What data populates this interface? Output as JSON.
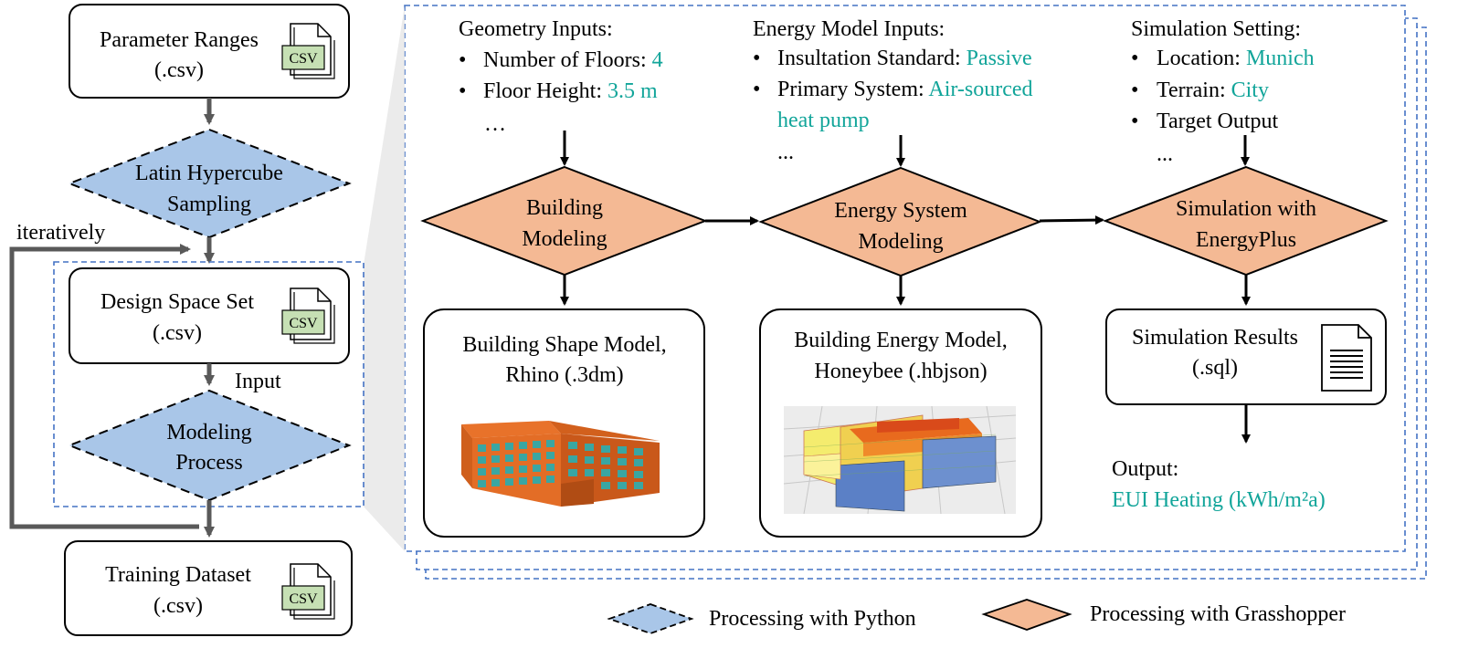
{
  "left_flow": {
    "parameter_ranges": {
      "line1": "Parameter Ranges",
      "line2": "(.csv)"
    },
    "latin_hypercube": {
      "line1": "Latin Hypercube",
      "line2": "Sampling"
    },
    "iteratively_label": "iteratively",
    "design_space_set": {
      "line1": "Design Space Set",
      "line2": "(.csv)"
    },
    "input_label": "Input",
    "modeling_process": {
      "line1": "Modeling",
      "line2": "Process"
    },
    "training_dataset": {
      "line1": "Training Dataset",
      "line2": "(.csv)"
    },
    "csv_icon_label": "CSV"
  },
  "geometry_inputs": {
    "title": "Geometry Inputs:",
    "items": [
      {
        "key": "Number of Floors:",
        "value": "4"
      },
      {
        "key": "Floor Height:",
        "value": "3.5 m"
      }
    ],
    "more": "…"
  },
  "energy_inputs": {
    "title": "Energy Model Inputs:",
    "items": [
      {
        "key": "Insultation Standard:",
        "value": "Passive"
      },
      {
        "key": "Primary System:",
        "value": "Air-sourced",
        "value2": "heat pump"
      }
    ],
    "more": "..."
  },
  "simulation_setting": {
    "title": "Simulation Setting:",
    "items": [
      {
        "key": "Location:",
        "value": "Munich"
      },
      {
        "key": "Terrain:",
        "value": "City"
      },
      {
        "key": "Target Output",
        "value": ""
      }
    ],
    "more": "..."
  },
  "bullet": "•",
  "process": {
    "building_modeling": {
      "line1": "Building",
      "line2": "Modeling"
    },
    "energy_system_modeling": {
      "line1": "Energy System",
      "line2": "Modeling"
    },
    "simulation_energyplus": {
      "line1": "Simulation with",
      "line2": "EnergyPlus"
    }
  },
  "outputs": {
    "building_shape_model": {
      "line1": "Building Shape Model,",
      "line2": "Rhino (.3dm)"
    },
    "building_energy_model": {
      "line1": "Building Energy Model,",
      "line2": "Honeybee (.hbjson)"
    },
    "simulation_results": {
      "line1": "Simulation Results",
      "line2": "(.sql)"
    }
  },
  "final_output": {
    "label": "Output:",
    "value": "EUI Heating (kWh/m²a)"
  },
  "legend": {
    "python": "Processing with Python",
    "grasshopper": "Processing with Grasshopper"
  },
  "colors": {
    "python_fill": "#a9c6e8",
    "grasshopper_fill": "#f4b994",
    "teal_text": "#12a59a",
    "dash_blue": "#4472c4",
    "csv_green": "#c6e0b4",
    "arrow_gray": "#595959"
  }
}
